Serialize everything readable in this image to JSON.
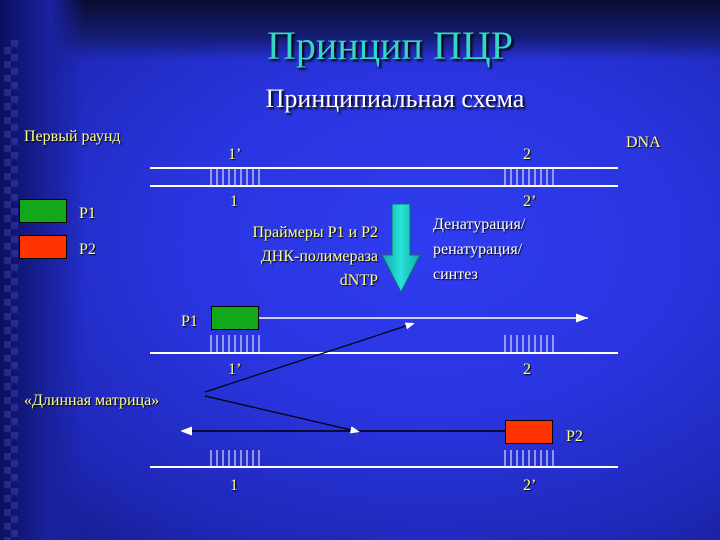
{
  "title": "Принцип ПЦР",
  "subtitle": "Принципиальная схема",
  "first_round": "Первый раунд",
  "dna_label": "DNA",
  "legend": {
    "p1": {
      "label": "P1",
      "color": "#13a81a"
    },
    "p2": {
      "label": "P2",
      "color": "#ff3300"
    }
  },
  "strand_labels": {
    "top_1p": "1’",
    "top_2": "2",
    "bottom_1": "1",
    "bottom_2p": "2’",
    "mid_1p": "1’",
    "mid_2": "2",
    "low_1": "1",
    "low_2p": "2’"
  },
  "reagents": [
    "Праймеры Р1 и Р2",
    "ДНК-полимераза",
    "dNTP"
  ],
  "process": [
    "Денатурация/",
    "ренатурация/",
    "синтез"
  ],
  "primer_p1": "P1",
  "primer_p2": "P2",
  "long_template": "«Длинная матрица»",
  "colors": {
    "arrow": "#1ad8cc",
    "title": "#33d6c8",
    "text_yellow": "#ffff88"
  }
}
